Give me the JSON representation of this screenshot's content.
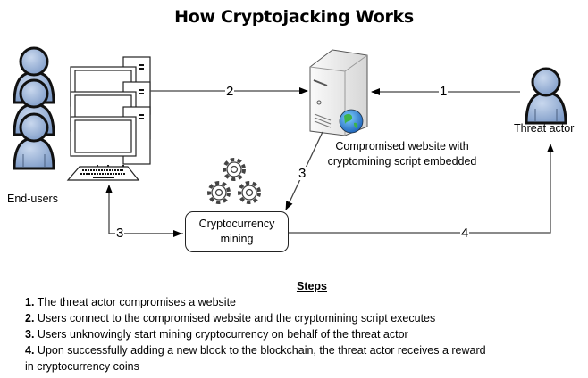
{
  "title": "How Cryptojacking Works",
  "nodes": {
    "end_users": "End-users",
    "threat_actor": "Threat actor",
    "server_line1": "Compromised website with",
    "server_line2": "cryptomining script embedded",
    "mining_line1": "Cryptocurrency",
    "mining_line2": "mining"
  },
  "edges": [
    {
      "label": "1",
      "from": "threat_actor",
      "to": "compromised_website"
    },
    {
      "label": "2",
      "from": "end_users",
      "to": "compromised_website"
    },
    {
      "label": "3",
      "from": "compromised_website",
      "to": "cryptocurrency_mining"
    },
    {
      "label": "3",
      "from": "cryptocurrency_mining",
      "to": "end_users",
      "bidirectional": true
    },
    {
      "label": "4",
      "from": "cryptocurrency_mining",
      "to": "threat_actor"
    }
  ],
  "steps": {
    "heading": "Steps",
    "items": [
      {
        "num": "1.",
        "text": " The threat actor compromises a website"
      },
      {
        "num": "2.",
        "text": " Users connect to the compromised website and the cryptomining script executes"
      },
      {
        "num": "3.",
        "text": " Users unknowingly start mining cryptocurrency on behalf of the threat actor"
      },
      {
        "num": "4.",
        "text": " Upon successfully adding a new block to the blockchain, the threat actor receives a reward"
      }
    ],
    "continuation": "in cryptocurrency coins"
  },
  "colors": {
    "person_fill": "#9db4d6",
    "person_stroke": "#111111",
    "line": "#444444"
  }
}
